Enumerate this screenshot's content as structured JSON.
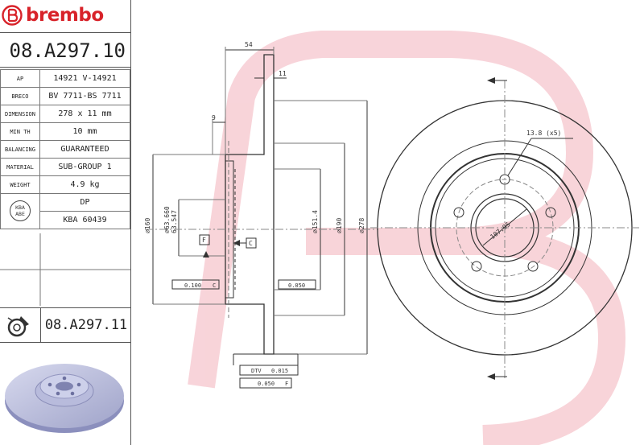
{
  "brand": {
    "logo_text": "brembo",
    "color": "#d8232a"
  },
  "part_number": "08.A297.10",
  "specs": [
    {
      "key": "AP",
      "value": "14921 V-14921"
    },
    {
      "key": "BRECO",
      "value": "BV 7711-BS 7711"
    },
    {
      "key": "DIMENSION",
      "value": "278 x 11 mm"
    },
    {
      "key": "MIN TH",
      "value": "10 mm"
    },
    {
      "key": "BALANCING",
      "value": "GUARANTEED"
    },
    {
      "key": "MATERIAL",
      "value": "SUB-GROUP 1"
    },
    {
      "key": "WEIGHT",
      "value": "4.9 kg"
    }
  ],
  "kba": {
    "badge_line1": "KBA",
    "badge_line2": "ABE",
    "label": "DP",
    "value": "KBA 60439"
  },
  "alternative_part_number": "08.A297.11",
  "drawing": {
    "dim_54": "54",
    "dim_11": "11",
    "dim_9": "9",
    "dia_160": "∅160",
    "dia_63660": "∅63.660",
    "dia_63547": "63.547",
    "dia_1514": "∅151.4",
    "dia_190": "∅190",
    "dia_278": "∅278",
    "datum_f": "F",
    "datum_c": "C",
    "runout_c": "0.100",
    "runout_c_ref": "C",
    "flatness": "0.050",
    "dtv_label": "DTV",
    "dtv_value": "0.015",
    "parallel_value": "0.050",
    "parallel_ref": "F",
    "bolt_hole": "13.8 (x5)",
    "pcd": "107.95"
  },
  "colors": {
    "line": "#333333",
    "watermark": "#f5c6cc"
  }
}
